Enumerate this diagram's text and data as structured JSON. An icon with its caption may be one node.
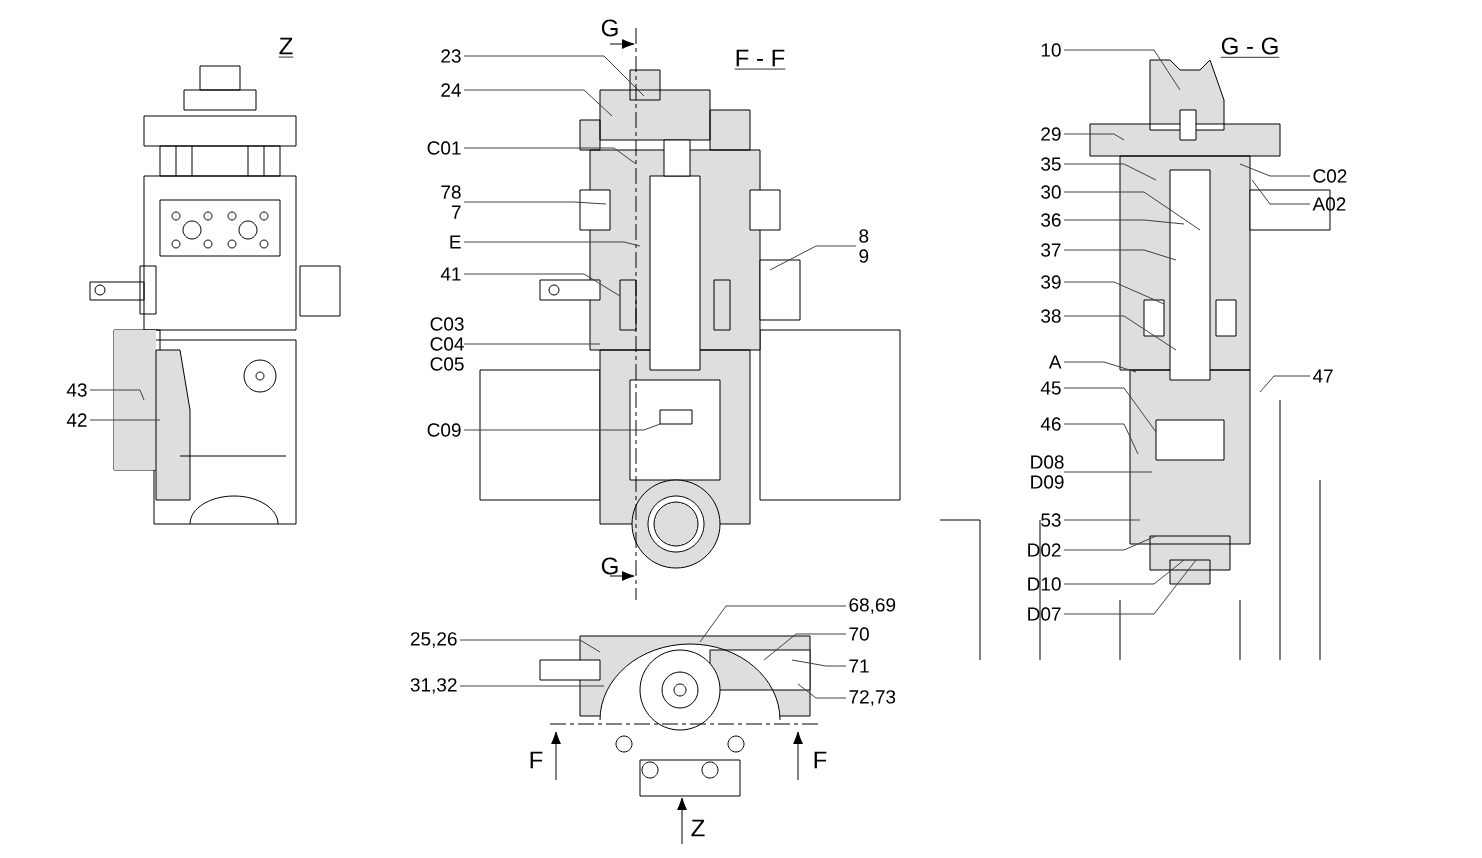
{
  "diagram": {
    "nodes": [
      {
        "text": [
          "23"
        ]
      },
      {
        "text": [
          "24"
        ]
      },
      {
        "text": [
          "C01"
        ]
      },
      {
        "text": [
          "78 7"
        ]
      },
      {
        "text": [
          "E"
        ]
      },
      {
        "text": [
          "41"
        ]
      },
      {
        "text": [
          "C03 C04 C05"
        ]
      },
      {
        "text": [
          "C09"
        ]
      },
      {
        "text": [
          "8 9"
        ]
      },
      {
        "text": [
          "43"
        ]
      },
      {
        "text": [
          "42"
        ]
      },
      {
        "text": [
          "25,26"
        ]
      },
      {
        "text": [
          "31,32"
        ]
      },
      {
        "text": [
          "68,69"
        ]
      },
      {
        "text": [
          "70"
        ]
      },
      {
        "text": [
          "71"
        ]
      },
      {
        "text": [
          "72,73"
        ]
      },
      {
        "text": [
          "10"
        ]
      },
      {
        "text": [
          "29"
        ]
      },
      {
        "text": [
          "35"
        ]
      },
      {
        "text": [
          "30"
        ]
      },
      {
        "text": [
          "36"
        ]
      },
      {
        "text": [
          "37"
        ]
      },
      {
        "text": [
          "39"
        ]
      },
      {
        "text": [
          "38"
        ]
      },
      {
        "text": [
          "A"
        ]
      },
      {
        "text": [
          "45"
        ]
      },
      {
        "text": [
          "46"
        ]
      },
      {
        "text": [
          "D08 D09"
        ]
      },
      {
        "text": [
          "53"
        ]
      },
      {
        "text": [
          "D02"
        ]
      },
      {
        "text": [
          "D10"
        ]
      },
      {
        "text": [
          "D07"
        ]
      },
      {
        "text": [
          "C02"
        ]
      },
      {
        "text": [
          "A02"
        ]
      },
      {
        "text": [
          "47"
        ]
      }
    ],
    "edges": [
      {
        "from": 0,
        "to": null,
        "arrow": "none"
      },
      {
        "from": 1,
        "to": null,
        "arrow": "none"
      },
      {
        "from": 2,
        "to": null,
        "arrow": "none"
      },
      {
        "from": 3,
        "to": null,
        "arrow": "none"
      },
      {
        "from": 4,
        "to": null,
        "arrow": "none"
      },
      {
        "from": 5,
        "to": null,
        "arrow": "none"
      },
      {
        "from": 6,
        "to": null,
        "arrow": "none"
      },
      {
        "from": 7,
        "to": null,
        "arrow": "none"
      },
      {
        "from": 8,
        "to": null,
        "arrow": "none"
      },
      {
        "from": 9,
        "to": null,
        "arrow": "none"
      },
      {
        "from": 10,
        "to": null,
        "arrow": "none"
      },
      {
        "from": 11,
        "to": null,
        "arrow": "none"
      },
      {
        "from": 12,
        "to": null,
        "arrow": "none"
      },
      {
        "from": 13,
        "to": null,
        "arrow": "none"
      },
      {
        "from": 14,
        "to": null,
        "arrow": "none"
      },
      {
        "from": 15,
        "to": null,
        "arrow": "none"
      },
      {
        "from": 16,
        "to": null,
        "arrow": "none"
      },
      {
        "from": 17,
        "to": null,
        "arrow": "none"
      },
      {
        "from": 18,
        "to": null,
        "arrow": "none"
      },
      {
        "from": 19,
        "to": null,
        "arrow": "none"
      },
      {
        "from": 20,
        "to": null,
        "arrow": "none"
      },
      {
        "from": 21,
        "to": null,
        "arrow": "none"
      },
      {
        "from": 22,
        "to": null,
        "arrow": "none"
      },
      {
        "from": 23,
        "to": null,
        "arrow": "none"
      },
      {
        "from": 24,
        "to": null,
        "arrow": "none"
      },
      {
        "from": 25,
        "to": null,
        "arrow": "none"
      },
      {
        "from": 26,
        "to": null,
        "arrow": "none"
      },
      {
        "from": 27,
        "to": null,
        "arrow": "none"
      },
      {
        "from": 28,
        "to": null,
        "arrow": "none"
      },
      {
        "from": 29,
        "to": null,
        "arrow": "none"
      },
      {
        "from": 30,
        "to": null,
        "arrow": "none"
      },
      {
        "from": 31,
        "to": null,
        "arrow": "none"
      },
      {
        "from": 32,
        "to": null,
        "arrow": "none"
      },
      {
        "from": 33,
        "to": null,
        "arrow": "none"
      },
      {
        "from": 34,
        "to": null,
        "arrow": "none"
      },
      {
        "from": 35,
        "to": null,
        "arrow": "none"
      }
    ],
    "labels": [
      "Z",
      "G",
      "F - F",
      "G - G",
      "G",
      "F",
      "F",
      "Z"
    ]
  }
}
